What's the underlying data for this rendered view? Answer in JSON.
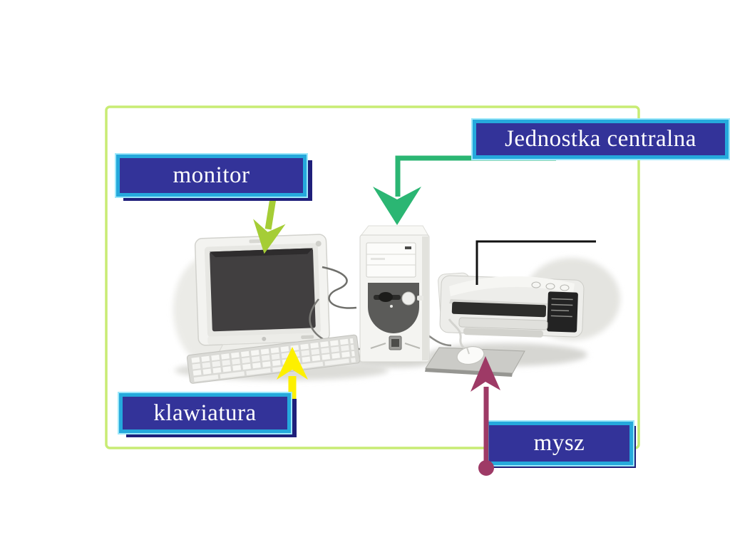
{
  "slide": {
    "background": "#ffffff",
    "border_color": "#c8ec74",
    "labels": {
      "monitor": "monitor",
      "central_unit": "Jednostka centralna",
      "keyboard": "klawiatura",
      "mouse": "mysz"
    },
    "label_style": {
      "fill": "#333399",
      "border": "#25a9dc",
      "outer_ring": "#9ce8fa",
      "text": "#ffffff",
      "shadow": "#1f1f7a"
    },
    "arrows": {
      "central_unit": "#2bb673",
      "monitor": "#a5cd36",
      "keyboard": "#fdf000",
      "mouse": "#9e3a66",
      "printer_line": "#111111"
    },
    "scene_parts": [
      "monitor",
      "keyboard",
      "tower",
      "printer",
      "mouse",
      "mousepad",
      "cables"
    ]
  }
}
